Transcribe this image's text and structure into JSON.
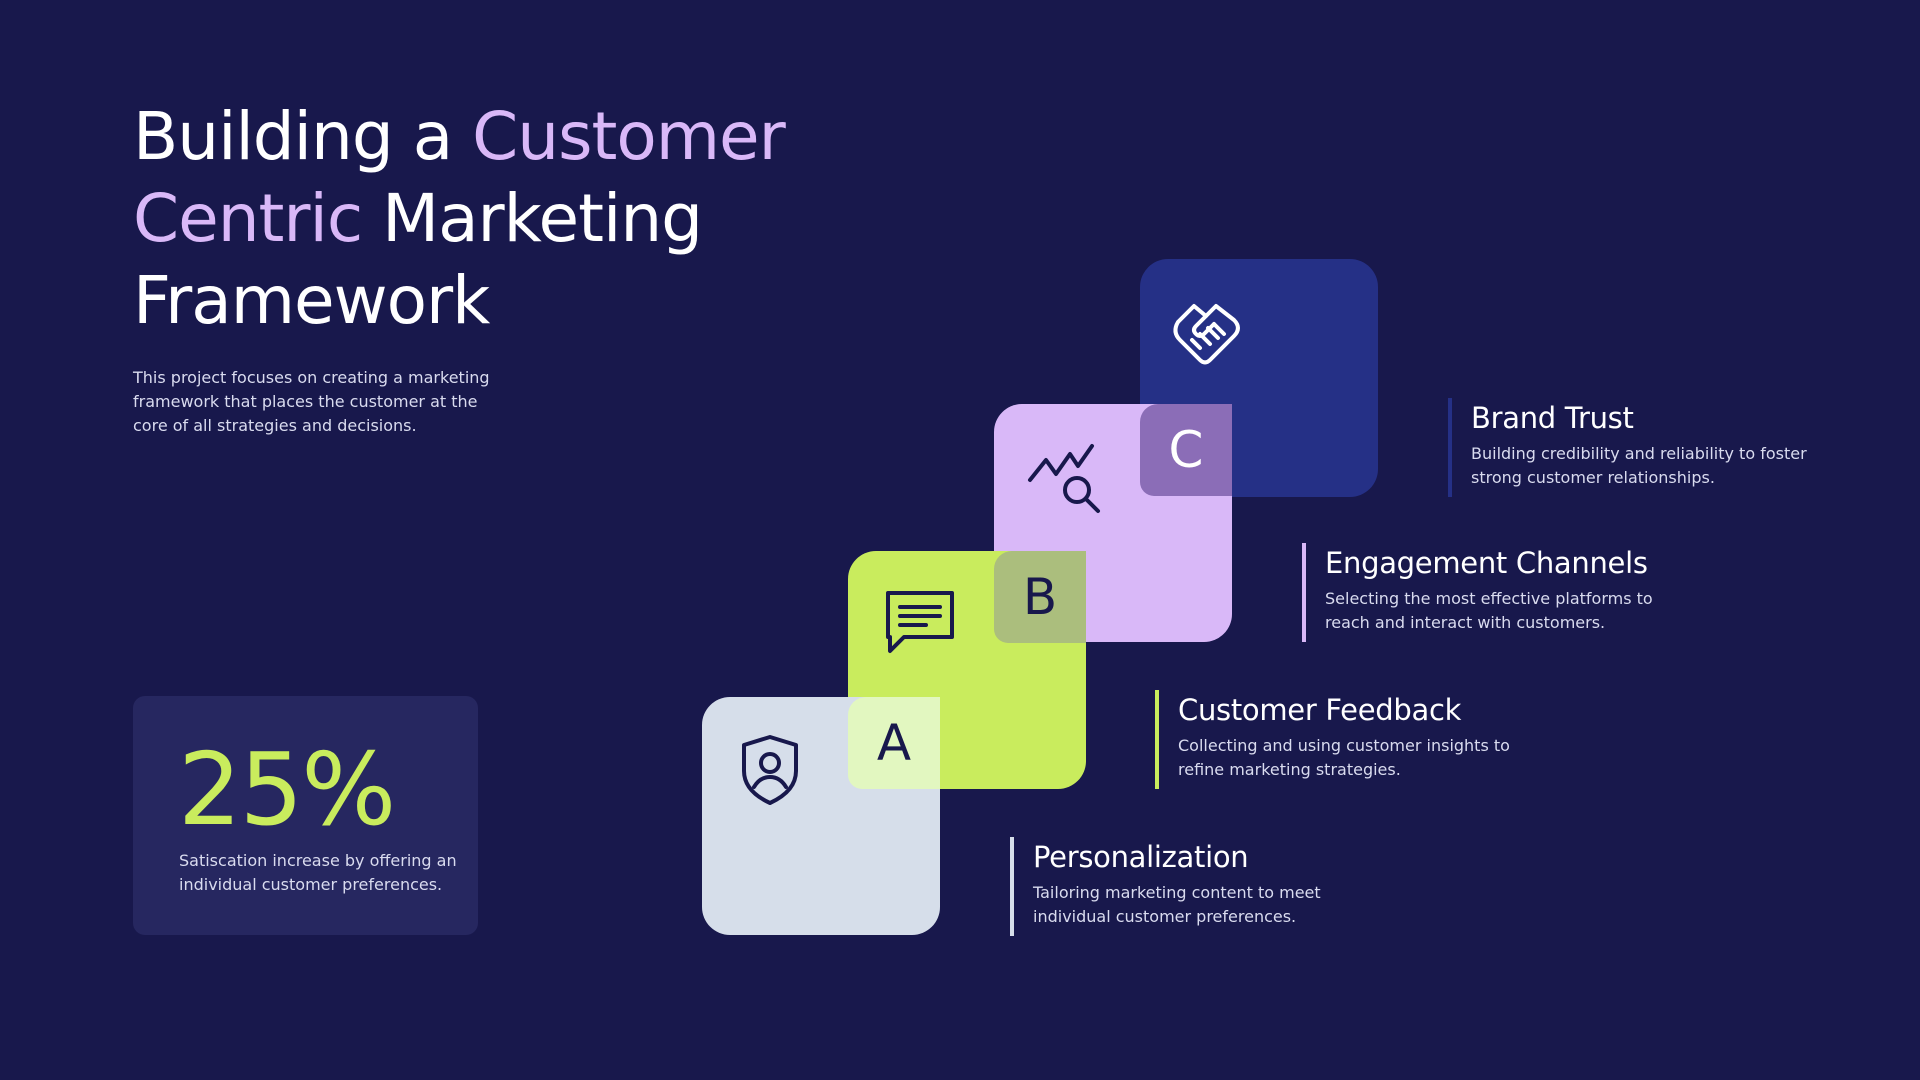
{
  "title": {
    "part1": "Building a ",
    "accent1": "Customer",
    "accent2": "Centric",
    "part2": " Marketing",
    "part3": "Framework"
  },
  "intro": "This project focuses on creating a marketing framework that places the customer at the core of all strategies and decisions.",
  "stat": {
    "value": "25%",
    "text": "Satiscation increase by offering an individual customer preferences."
  },
  "cards": [
    {
      "letter": "A",
      "icon": "shield-user-icon",
      "color": "#d6deea"
    },
    {
      "letter": "B",
      "icon": "chat-message-icon",
      "color": "#c9ec5d"
    },
    {
      "letter": "C",
      "icon": "chart-search-icon",
      "color": "#d9b8f8"
    },
    {
      "icon": "handshake-icon",
      "color": "#253086"
    }
  ],
  "items": [
    {
      "title": "Brand Trust",
      "text": "Building credibility and reliability to foster strong customer relationships."
    },
    {
      "title": "Engagement Channels",
      "text": "Selecting the most effective platforms to reach and interact with customers."
    },
    {
      "title": "Customer Feedback",
      "text": "Collecting and using customer insights to refine marketing strategies."
    },
    {
      "title": "Personalization",
      "text": "Tailoring marketing content to meet individual customer preferences."
    }
  ],
  "colors": {
    "background": "#18184c",
    "accent_purple": "#d9b8f8",
    "accent_lime": "#c9ec5d",
    "navy": "#253086",
    "light_gray": "#d6deea"
  }
}
